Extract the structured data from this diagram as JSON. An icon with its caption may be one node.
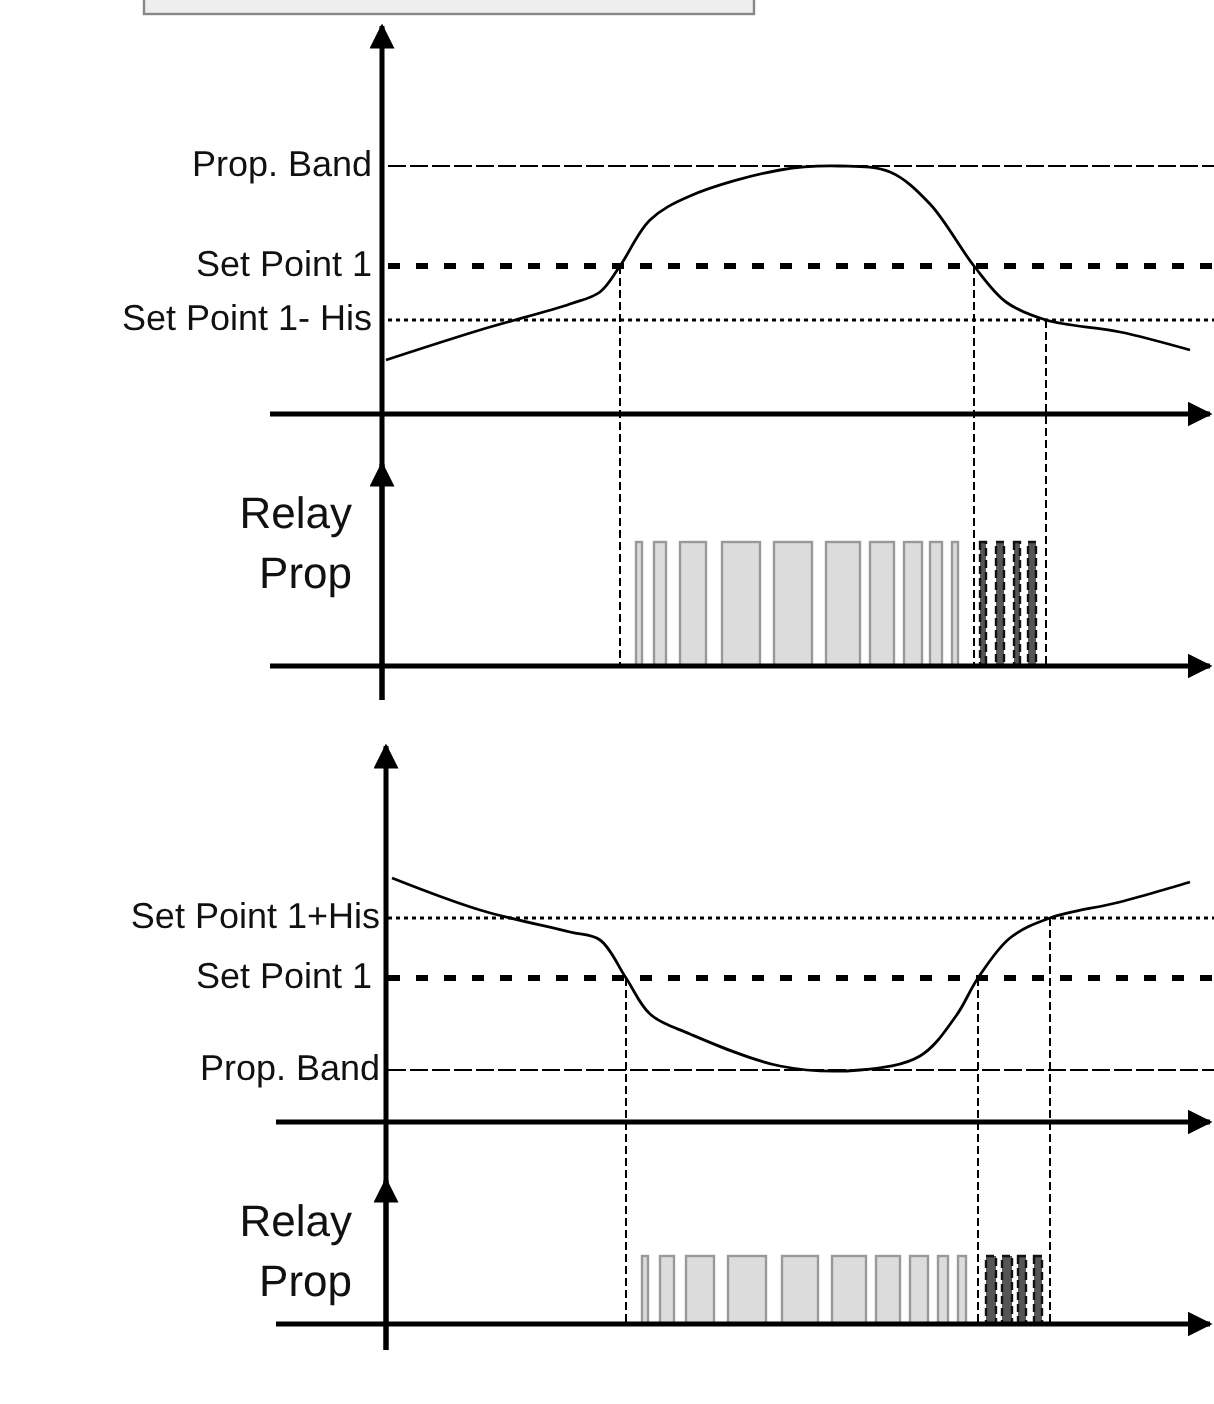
{
  "diagram": {
    "labels": [
      "Prop. Band",
      "Set Point 1",
      "Set Point 1- His",
      "Relay Prop",
      "Set Point 1+His",
      "Set Point 1",
      "Prop. Band",
      "Relay Prop"
    ]
  }
}
